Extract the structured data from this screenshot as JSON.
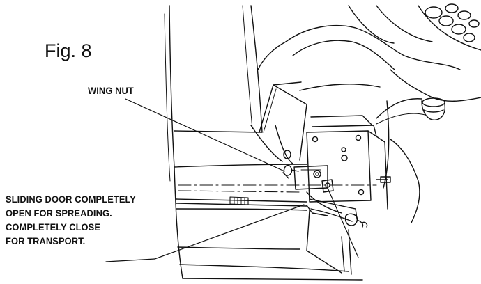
{
  "figure": {
    "title": "Fig. 8"
  },
  "callouts": {
    "wing_nut": "WING NUT",
    "sliding_door": [
      "SLIDING DOOR COMPLETELY",
      "OPEN FOR SPREADING.",
      "COMPLETELY CLOSE",
      "FOR TRANSPORT."
    ]
  },
  "colors": {
    "line": "#111111",
    "background": "#ffffff"
  }
}
